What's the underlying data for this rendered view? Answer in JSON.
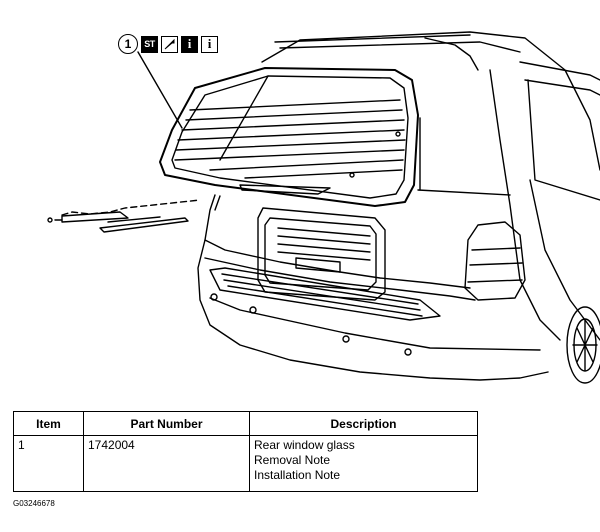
{
  "callout": {
    "item_number": "1",
    "symbols": [
      "ST",
      "tool",
      "i",
      "i"
    ]
  },
  "table": {
    "headers": {
      "item": "Item",
      "part_number": "Part Number",
      "description": "Description"
    },
    "rows": [
      {
        "item": "1",
        "part_number": "1742004",
        "description": [
          "Rear window glass",
          "Removal Note",
          "Installation Note"
        ]
      }
    ]
  },
  "figure_code": "G03246678"
}
